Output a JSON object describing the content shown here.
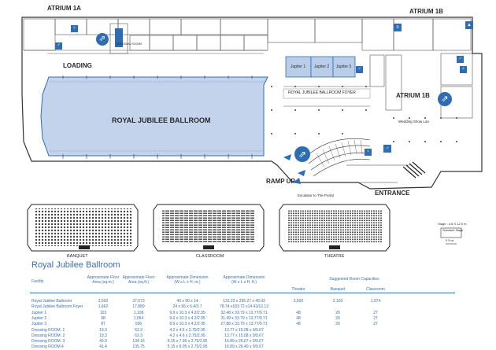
{
  "plan": {
    "atrium_1a": "ATRIUM 1A",
    "atrium_1b_top": "ATRIUM 1B",
    "atrium_1b_mid": "ATRIUM 1B",
    "loading": "LOADING",
    "ballroom": "ROYAL JUBILEE BALLROOM",
    "foyer": "ROYAL JUBILEE BALLROOM FOYER",
    "jupiter_1": "Jupiter 1",
    "jupiter_2": "Jupiter 2",
    "jupiter_3": "Jupiter 3",
    "ramp_up": "RAMP UP",
    "entrance": "ENTRANCE",
    "escalator": "Escalator to The Portal",
    "wedding": "Wedding Show Lan",
    "dressing": "DRESSING ROOMS",
    "stage_note": "Stage : 4.8 X 12.0 m.",
    "standard_stage": "Standard Stage",
    "scale": "0 5 m."
  },
  "layouts": {
    "banquet": "BANQUET",
    "classroom": "CLASSROOM",
    "theatre": "THEATRE"
  },
  "table": {
    "title": "Royal Jubilee Ballroom",
    "headers": {
      "facility": "Facility",
      "floor_sqm": "Approximate Floor Area (sq.m.)",
      "floor_sqft": "Approximate Floor Area (sq.ft.)",
      "dim_m": "Approximate Dimension (W x L x H, m.)",
      "dim_ft": "Approximate Dimension (W x L x H, ft.)",
      "capacities": "Suggested Room Capacities",
      "theatre": "Theatre",
      "banquet": "Banquet",
      "classroom": "Classroom"
    },
    "rows": [
      {
        "facility": "Royal Jubilee Ballroom",
        "sqm": "3,500",
        "sqft": "37,673",
        "dim_m": "40 x 90 x 14",
        "dim_ft": "131.23 x 295.27 x 45.93",
        "theatre": "3,500",
        "banquet": "2,100",
        "classroom": "1,974"
      },
      {
        "facility": "Royal Jubilee Ballroom Foyer",
        "sqm": "1,662",
        "sqft": "17,889",
        "dim_m": "24 x 56 x 6.4/3.7",
        "dim_ft": "78.74 x183.72 x14.43/12.13",
        "theatre": "",
        "banquet": "",
        "classroom": ""
      },
      {
        "facility": "Jupiter 1",
        "sqm": "103",
        "sqft": "1,108",
        "dim_m": "9.9 x 10.3 x 4.2/2.95",
        "dim_ft": "32.48 x 33.79 x 13.77/9.71",
        "theatre": "48",
        "banquet": "20",
        "classroom": "27"
      },
      {
        "facility": "Jupiter 2",
        "sqm": "98",
        "sqft": "1,054",
        "dim_m": "9.6 x 10.3 x 4.2/2.95",
        "dim_ft": "31.49 x 33.79 x 13.77/9.71",
        "theatre": "48",
        "banquet": "20",
        "classroom": "27"
      },
      {
        "facility": "Jupiter 3",
        "sqm": "87",
        "sqft": "936",
        "dim_m": "8.5 x 10.3 x 4.2/2.95",
        "dim_ft": "27.88 x 33.79 x 13.77/9.71",
        "theatre": "48",
        "banquet": "20",
        "classroom": "27"
      },
      {
        "facility": "Dressing ROOM. 1",
        "sqm": "19.3",
        "sqft": "63.3",
        "dim_m": "4.2 x 4.6 x 2.75/2.95",
        "dim_ft": "13.77 x 15.08 x 9/9.67",
        "theatre": "",
        "banquet": "",
        "classroom": ""
      },
      {
        "facility": "Dressing ROOM. 2",
        "sqm": "19.3",
        "sqft": "63.3",
        "dim_m": "4.2 x 4.6 x 2.75/2.95",
        "dim_ft": "13.77 x 15.08 x 9/9.67",
        "theatre": "",
        "banquet": "",
        "classroom": ""
      },
      {
        "facility": "Dressing ROOM. 3",
        "sqm": "40.9",
        "sqft": "134.15",
        "dim_m": "5.15 x 7.95 x 2.75/2.95",
        "dim_ft": "16.89 x 26.07 x 9/9.67",
        "theatre": "",
        "banquet": "",
        "classroom": ""
      },
      {
        "facility": "Dressing ROOM.4",
        "sqm": "41.4",
        "sqft": "135.75",
        "dim_m": "5.15 x 8.05 x 2.75/2.95",
        "dim_ft": "16.89 x 26.40 x 9/9.67",
        "theatre": "",
        "banquet": "",
        "classroom": ""
      }
    ]
  },
  "colors": {
    "ballroom_fill": "#c3d3ec",
    "jupiter_fill": "#b9cce8",
    "accent_blue": "#2f6db3",
    "wall": "#333333",
    "table_text": "#3a6fb0"
  },
  "icons": [
    "escalator-icon",
    "restroom-icon",
    "elevator-icon",
    "stairs-icon",
    "exit-icon"
  ]
}
